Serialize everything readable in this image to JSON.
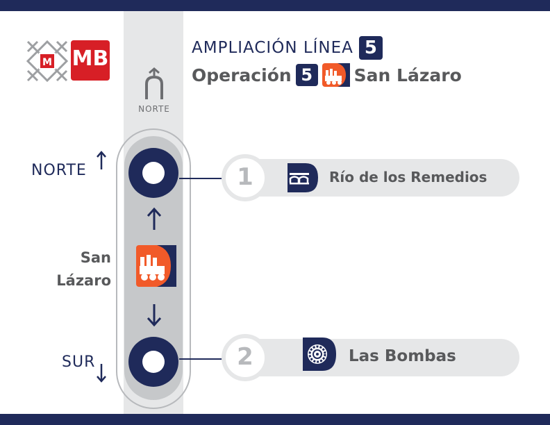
{
  "header": {
    "line1_text": "AMPLIACIÓN LÍNEA",
    "line_badge": "5",
    "line2_prefix": "Operación",
    "line2_suffix": "San Lázaro"
  },
  "logos": {
    "mb_text": "MB",
    "metro_text": "M"
  },
  "track": {
    "north_small_label": "NORTE"
  },
  "directions": {
    "north_label": "NORTE",
    "south_label": "SUR"
  },
  "current_station": {
    "name_line1": "San",
    "name_line2": "Lázaro"
  },
  "stations": [
    {
      "number": "1",
      "name": "Río de los Remedios",
      "icon": "bridge-icon"
    },
    {
      "number": "2",
      "name": "Las Bombas",
      "icon": "pump-gear-icon"
    }
  ],
  "colors": {
    "navy": "#1f2a5a",
    "red": "#d71f26",
    "orange": "#f15a29",
    "gray_text": "#58595b",
    "track_gray": "#e6e7e8"
  }
}
